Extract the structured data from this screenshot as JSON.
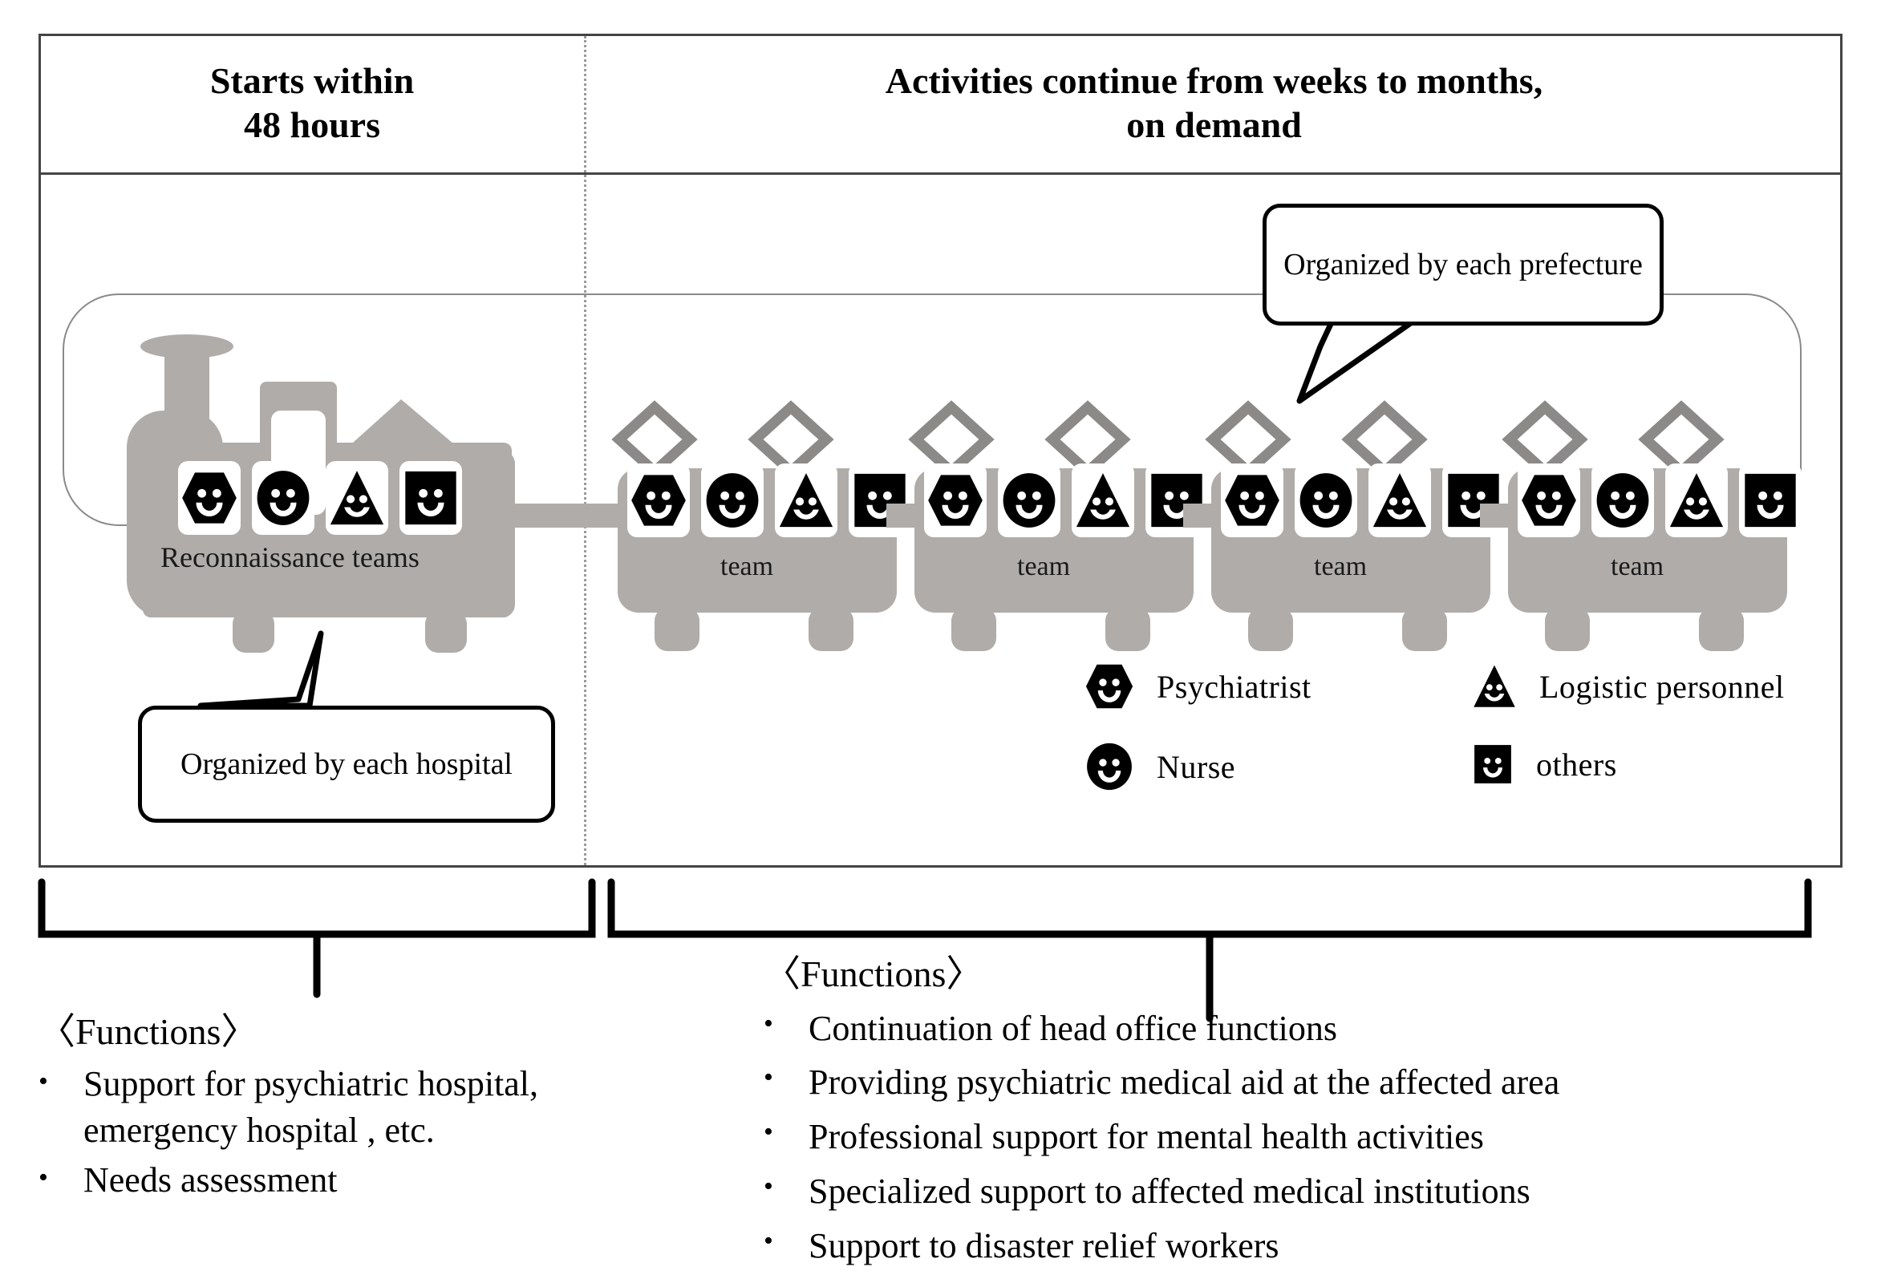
{
  "header": {
    "left_title_line1": "Starts within",
    "left_title_line2": "48 hours",
    "right_title_line1": "Activities continue from weeks to months,",
    "right_title_line2": "on demand"
  },
  "train": {
    "locomotive_label": "Reconnaissance teams",
    "locomotive_members": [
      "Psychiatrist",
      "Nurse",
      "Logistic personnel",
      "others"
    ],
    "cars": [
      {
        "label": "team",
        "members": [
          "Psychiatrist",
          "Nurse",
          "Logistic personnel",
          "others"
        ]
      },
      {
        "label": "team",
        "members": [
          "Psychiatrist",
          "Nurse",
          "Logistic personnel",
          "others"
        ]
      },
      {
        "label": "team",
        "members": [
          "Psychiatrist",
          "Nurse",
          "Logistic personnel",
          "others"
        ]
      },
      {
        "label": "team",
        "members": [
          "Psychiatrist",
          "Nurse",
          "Logistic personnel",
          "others"
        ]
      }
    ]
  },
  "callouts": {
    "prefecture": "Organized by each prefecture",
    "hospital": "Organized by each hospital"
  },
  "legend": {
    "items": [
      {
        "icon": "hexagon-face-icon",
        "label": "Psychiatrist"
      },
      {
        "icon": "circle-face-icon",
        "label": "Nurse"
      },
      {
        "icon": "triangle-face-icon",
        "label": "Logistic personnel"
      },
      {
        "icon": "square-face-icon",
        "label": "others"
      }
    ]
  },
  "functions_left": {
    "title": "〈Functions〉",
    "items": [
      "Support for psychiatric hospital, emergency hospital , etc.",
      "Needs assessment"
    ],
    "bullet": "•"
  },
  "functions_right": {
    "title": "〈Functions〉",
    "items": [
      "Continuation of head office functions",
      "Providing psychiatric medical aid at the affected area",
      "Professional support for mental health activities",
      "Specialized support to affected medical institutions",
      "Support to disaster relief workers"
    ],
    "bullet": "•"
  },
  "colors": {
    "train_gray": "#b0acaa",
    "frame_gray": "#8c8a88",
    "border_dark": "#444444",
    "icon_black": "#000000"
  }
}
